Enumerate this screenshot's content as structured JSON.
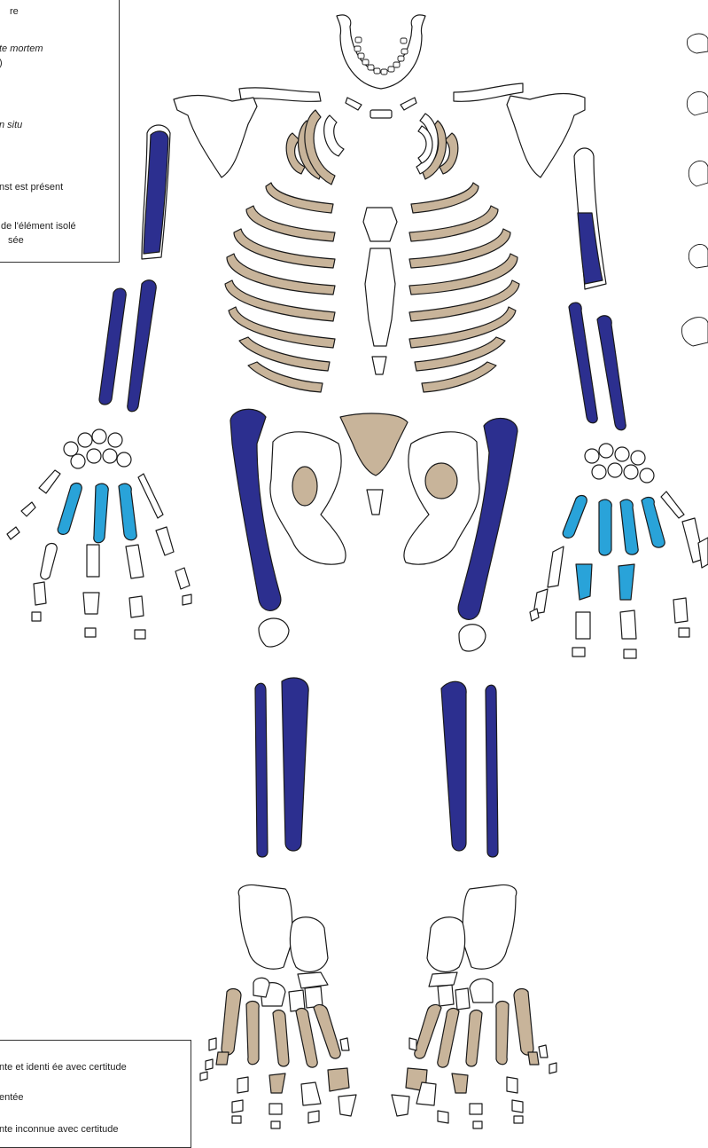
{
  "legend_top": {
    "line1": "re",
    "line2": "te mortem",
    "line3": ")",
    "line4": "n situ",
    "line5": "nst est  présent",
    "line6": "de l'élément isolé",
    "line7": "sée"
  },
  "legend_bottom": {
    "line1": "nte et identi  ée avec certitude",
    "line2": "entée",
    "line3": "nte inconnue avec certitude"
  },
  "colors": {
    "dark_blue": "#2c2f8f",
    "light_blue": "#29a3d9",
    "tan": "#c8b49a",
    "outline": "#1a1a1a",
    "bone": "#ffffff"
  }
}
